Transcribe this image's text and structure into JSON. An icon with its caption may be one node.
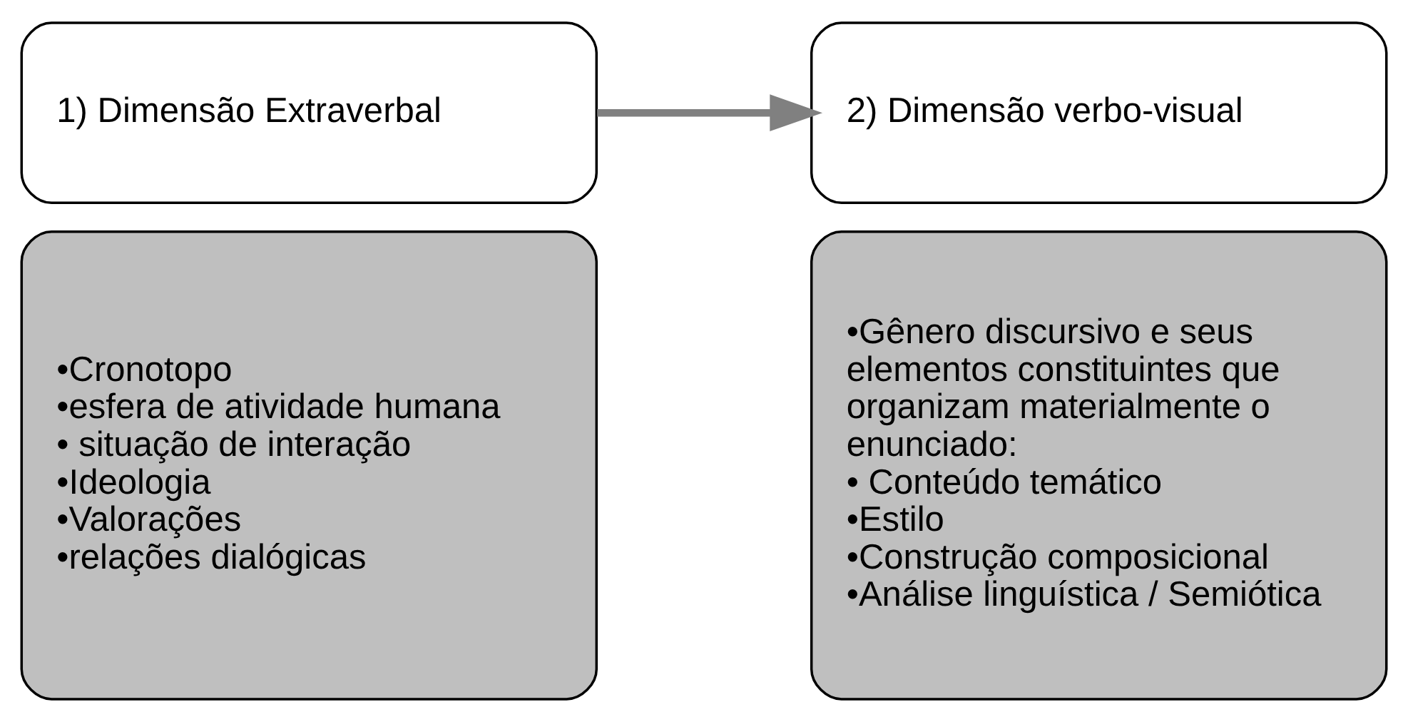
{
  "diagram": {
    "nodes": [
      {
        "text": [
          "1) Dimensão Extraverbal"
        ]
      },
      {
        "text": [
          "•Cronotopo",
          "•esfera de atividade humana",
          "• situação de interação",
          "•Ideologia",
          "•Valorações",
          "•relações dialógicas"
        ]
      },
      {
        "text": [
          "2) Dimensão verbo-visual"
        ]
      },
      {
        "text": [
          "•Gênero discursivo e seus elementos constituintes que organizam materialmente o enunciado:",
          "• Conteúdo temático",
          "•Estilo",
          "•Construção composicional",
          "•Análise linguística / Semiótica"
        ]
      }
    ],
    "edges": [
      {
        "from": 0,
        "to": 2,
        "arrow": "to"
      }
    ]
  }
}
